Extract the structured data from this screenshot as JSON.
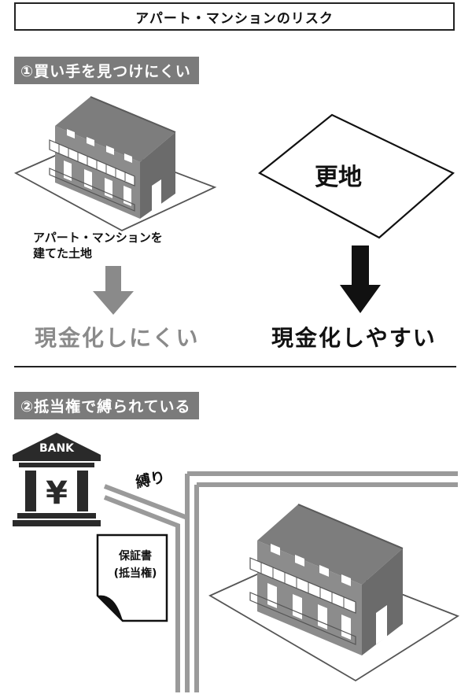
{
  "title": "アパート・マンションのリスク",
  "section1": {
    "header": "①買い手を見つけにくい",
    "left_caption_line1": "アパート・マンションを",
    "left_caption_line2": "建てた土地",
    "vacant_land_label": "更地",
    "left_result": "現金化しにくい",
    "right_result": "現金化しやすい",
    "colors": {
      "hard": "#8a8a8a",
      "easy": "#111111"
    }
  },
  "section2": {
    "header": "②抵当権で縛られている",
    "bank_label": "BANK",
    "yen_symbol": "¥",
    "bind_label": "縛り",
    "document_line1": "保証書",
    "document_line2": "(抵当権)"
  },
  "icons": [
    "apartment-building-icon",
    "bank-icon",
    "document-icon",
    "arrow-down-icon"
  ]
}
